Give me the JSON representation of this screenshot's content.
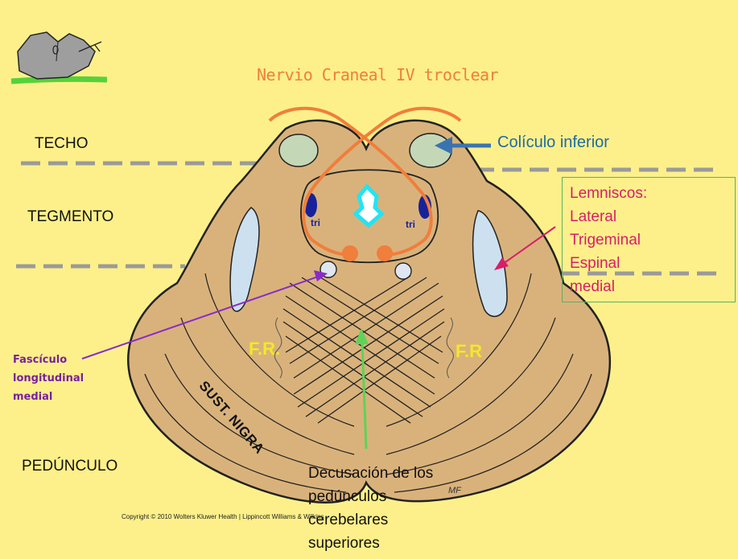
{
  "title": "Nervio Craneal IV troclear",
  "regions": {
    "techo": "TECHO",
    "tegmento": "TEGMENTO",
    "pedunculo": "PEDÚNCULO"
  },
  "labels": {
    "coliculo_inferior": "Colículo  inferior",
    "lemniscos": [
      "Lemniscos:",
      "Lateral",
      "Trigeminal",
      "Espinal",
      "medial"
    ],
    "fasciculo": [
      "Fascículo",
      "longitudinal",
      "medial"
    ],
    "decusacion": [
      "Decusación de los",
      "pedúnculos",
      "cerebelares",
      "superiores"
    ],
    "sust_nigra": "SUST. NIGRA",
    "fr_left": "F.R.",
    "fr_right": "F.R",
    "tri_left": "tri",
    "tri_right": "tri",
    "copyright": "Copyright © 2010 Wolters Kluwer Health | Lippincott Williams & Wilkins",
    "signature": "MF"
  },
  "colors": {
    "background": "#fdf08a",
    "brainstem": "#d9b27b",
    "nerve": "#f07e3c",
    "coliculo_arrow": "#3a74b0",
    "lemnisco_arrow": "#d81e6a",
    "fasciculo_arrow": "#8a2bc9",
    "decusacion_arrow": "#5ed35a",
    "aqueduct": "#22e4f2"
  }
}
